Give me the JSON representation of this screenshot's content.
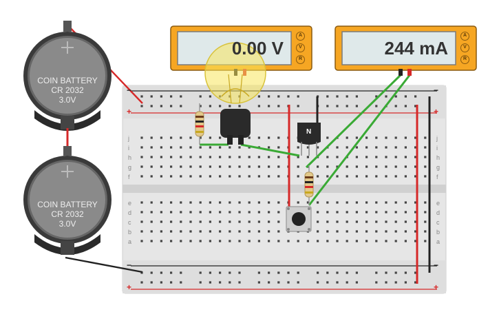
{
  "meters": [
    {
      "reading": "0.00 V",
      "buttons": [
        "A",
        "V",
        "R"
      ]
    },
    {
      "reading": "244 mA",
      "buttons": [
        "A",
        "V",
        "R"
      ]
    }
  ],
  "batteries": [
    {
      "line1": "COIN BATTERY",
      "line2": "CR 2032",
      "line3": "3.0V"
    },
    {
      "line1": "COIN BATTERY",
      "line2": "CR 2032",
      "line3": "3.0V"
    }
  ],
  "transistor": {
    "label": "N"
  },
  "breadboard": {
    "row_letters_top": [
      "j",
      "i",
      "h",
      "g",
      "f"
    ],
    "row_letters_bottom": [
      "e",
      "d",
      "c",
      "b",
      "a"
    ],
    "rail_minus": "−",
    "rail_plus": "+"
  },
  "colors": {
    "meter_body": "#f6a623",
    "rail_red": "#d62828",
    "rail_black": "#222222",
    "wire_green": "#3aaa35",
    "bulb_glow": "#f8e65c"
  },
  "icons": [
    "coin-battery-icon",
    "light-bulb-icon",
    "resistor-icon",
    "npn-transistor-icon",
    "pushbutton-icon",
    "multimeter-icon"
  ]
}
